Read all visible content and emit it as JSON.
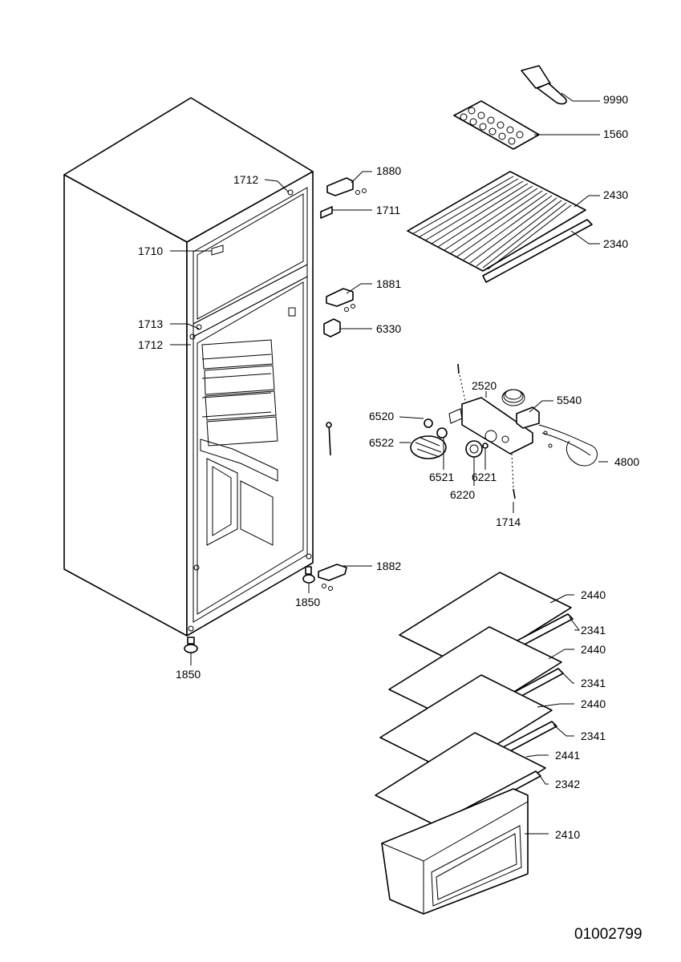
{
  "labels": {
    "p9990": "9990",
    "p1560": "1560",
    "p1880": "1880",
    "p1711": "1711",
    "p1712_top": "1712",
    "p2430": "2430",
    "p2340": "2340",
    "p1710": "1710",
    "p1881": "1881",
    "p1713": "1713",
    "p6330": "6330",
    "p1712_mid": "1712",
    "p2520": "2520",
    "p5540": "5540",
    "p6520": "6520",
    "p6522": "6522",
    "p4800": "4800",
    "p6521": "6521",
    "p6221": "6221",
    "p6220": "6220",
    "p1714": "1714",
    "p1882": "1882",
    "p1850_door": "1850",
    "p1850_foot": "1850",
    "p2440_a": "2440",
    "p2341_a": "2341",
    "p2440_b": "2440",
    "p2341_b": "2341",
    "p2440_c": "2440",
    "p2341_c": "2341",
    "p2441": "2441",
    "p2342": "2342",
    "p2410": "2410"
  },
  "document_number": "01002799"
}
